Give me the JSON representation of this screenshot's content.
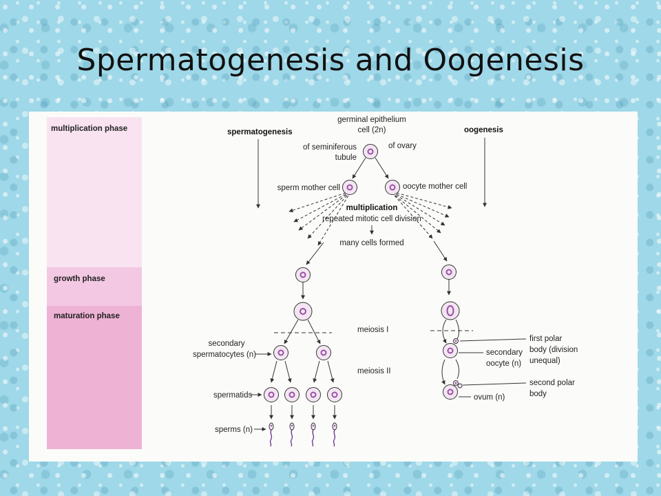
{
  "slide": {
    "title": "Spermatogenesis and Oogenesis"
  },
  "phases": {
    "multiplication": "multiplication phase",
    "growth": "growth phase",
    "maturation": "maturation phase"
  },
  "labels": {
    "germinal_1": "germinal epithelium",
    "germinal_2": "cell (2n)",
    "seminiferous_1": "of seminiferous",
    "seminiferous_2": "tubule",
    "ovary": "of ovary",
    "spermatogenesis": "spermatogenesis",
    "oogenesis": "oogenesis",
    "sperm_mother": "sperm mother cell",
    "oocyte_mother": "oocyte mother cell",
    "multiplication": "multiplication",
    "mitotic": "repeated mitotic cell division",
    "many_cells": "many cells formed",
    "meiosis_1": "meiosis I",
    "meiosis_2": "meiosis II",
    "sec_spermatocytes_1": "secondary",
    "sec_spermatocytes_2": "spermatocytes (n)",
    "spermatids": "spermatids",
    "sperms": "sperms (n)",
    "first_polar_1": "first polar",
    "first_polar_2": "body (division",
    "first_polar_3": "unequal)",
    "sec_oocyte_1": "secondary",
    "sec_oocyte_2": "oocyte (n)",
    "second_polar_1": "second polar",
    "second_polar_2": "body",
    "ovum": "ovum (n)"
  },
  "colors": {
    "phase_multiplication": "#f9e3f1",
    "phase_growth": "#f3c8e2",
    "phase_maturation": "#eeb2d4",
    "nucleus": "#9b4fa6",
    "cell_fill": "#f3e6f2",
    "line": "#333333"
  }
}
